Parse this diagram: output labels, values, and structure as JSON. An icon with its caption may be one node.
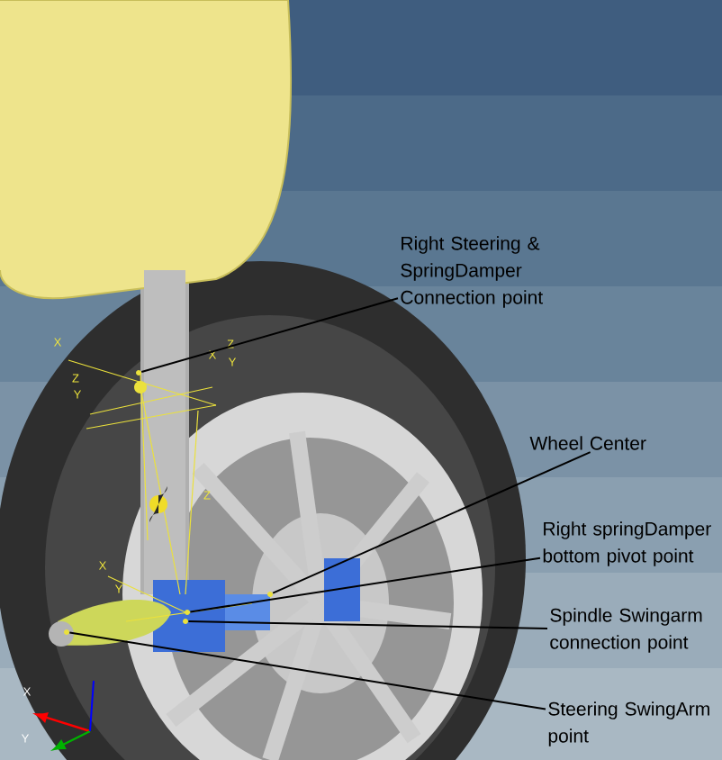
{
  "diagram": {
    "nodes": [
      {
        "text": [
          "Right Steering & SpringDamper Connection point"
        ]
      },
      {
        "text": [
          "Wheel Center"
        ]
      },
      {
        "text": [
          "Right springDamper bottom pivot point"
        ]
      },
      {
        "text": [
          "Spindle Swingarm connection point"
        ]
      },
      {
        "text": [
          "Steering SwingArm point"
        ]
      },
      {
        "text": [],
        "shape": "circle"
      },
      {
        "text": [],
        "shape": "circle"
      },
      {
        "text": [],
        "shape": "circle"
      },
      {
        "text": [],
        "shape": "circle"
      },
      {
        "text": [],
        "shape": "circle"
      }
    ],
    "edges": [
      {
        "from": 0,
        "to": 5,
        "arrow": "none"
      },
      {
        "from": 1,
        "to": 6,
        "arrow": "none"
      },
      {
        "from": 2,
        "to": 7,
        "arrow": "none"
      },
      {
        "from": 3,
        "to": 8,
        "arrow": "none"
      },
      {
        "from": 4,
        "to": 9,
        "arrow": "none"
      }
    ],
    "labels": [
      "X",
      "X",
      "Z",
      "Y",
      "Z",
      "Y",
      "Z",
      "X",
      "Y",
      "X",
      "Y"
    ]
  }
}
